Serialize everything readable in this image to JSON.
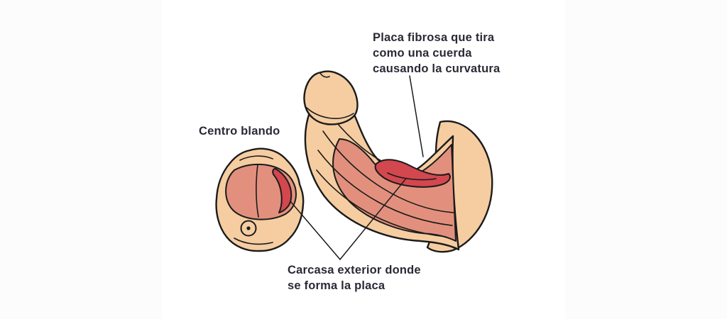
{
  "diagram": {
    "labels": {
      "fibrous_plaque": {
        "lines": [
          "Placa fibrosa que tira",
          "como una cuerda",
          "causando la curvatura"
        ]
      },
      "soft_center": {
        "lines": [
          "Centro blando"
        ]
      },
      "outer_shell": {
        "lines": [
          "Carcasa exterior donde",
          "se forma la placa"
        ]
      }
    },
    "colors": {
      "background": "#ffffff",
      "skin": "#f5cda1",
      "tissue": "#e2907d",
      "plaque": "#d3474f",
      "outline": "#1b1b1b",
      "text": "#2c2936"
    }
  }
}
